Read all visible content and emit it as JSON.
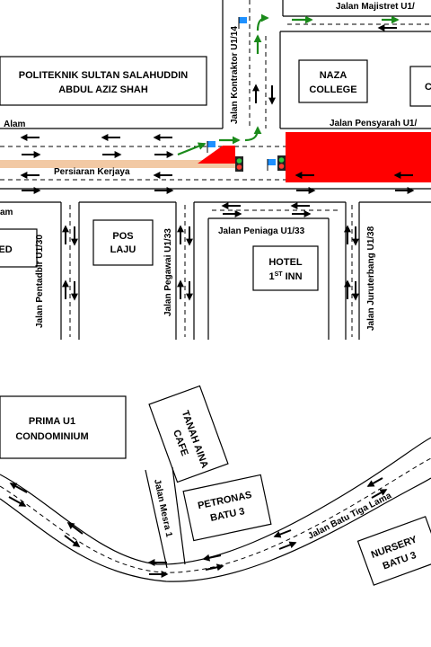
{
  "roads": {
    "majistret": "Jalan Majistret U1/",
    "kontraktor": "Jalan Kontraktor U1/14",
    "alam_top": "Alam",
    "pensyarah": "Jalan Pensyarah U1/",
    "persiaran": "Persiaran Kerjaya",
    "alam_bottom": "am",
    "pentadbir": "Jalan Pentadbir U1/30",
    "pegawai": "Jalan Pegawai U1/33",
    "peniaga": "Jalan Peniaga U1/33",
    "juruterbang": "Jalan Juruterbang U1/38",
    "mesra": "Jalan Mesra 1",
    "batu_tiga": "Jalan Batu Tiga Lama"
  },
  "buildings": {
    "politeknik": [
      "POLITEKNIK SULTAN SALAHUDDIN",
      "ABDUL AZIZ SHAH"
    ],
    "naza": [
      "NAZA",
      "COLLEGE"
    ],
    "partial_c": [
      "C"
    ],
    "partial_ed": [
      "ED"
    ],
    "pos_laju": [
      "POS",
      "LAJU"
    ],
    "hotel": [
      "HOTEL",
      "1ST INN"
    ],
    "prima": [
      "PRIMA U1",
      "CONDOMINIUM"
    ],
    "tanah_aina": [
      "TANAH AINA",
      "CAFE"
    ],
    "petronas": [
      "PETRONAS",
      "BATU 3"
    ],
    "nursery": [
      "NURSERY",
      "BATU 3"
    ]
  },
  "colors": {
    "accident_zone": "#ff0000",
    "footpath": "#f2c9a4",
    "route_arrow": "#1a8a1a",
    "flag": "#1e90ff",
    "lane_arrow": "#000000"
  },
  "icons": {
    "traffic_light": "traffic-light-icon",
    "flag": "flag-icon",
    "lane_arrow": "lane-arrow-icon"
  }
}
